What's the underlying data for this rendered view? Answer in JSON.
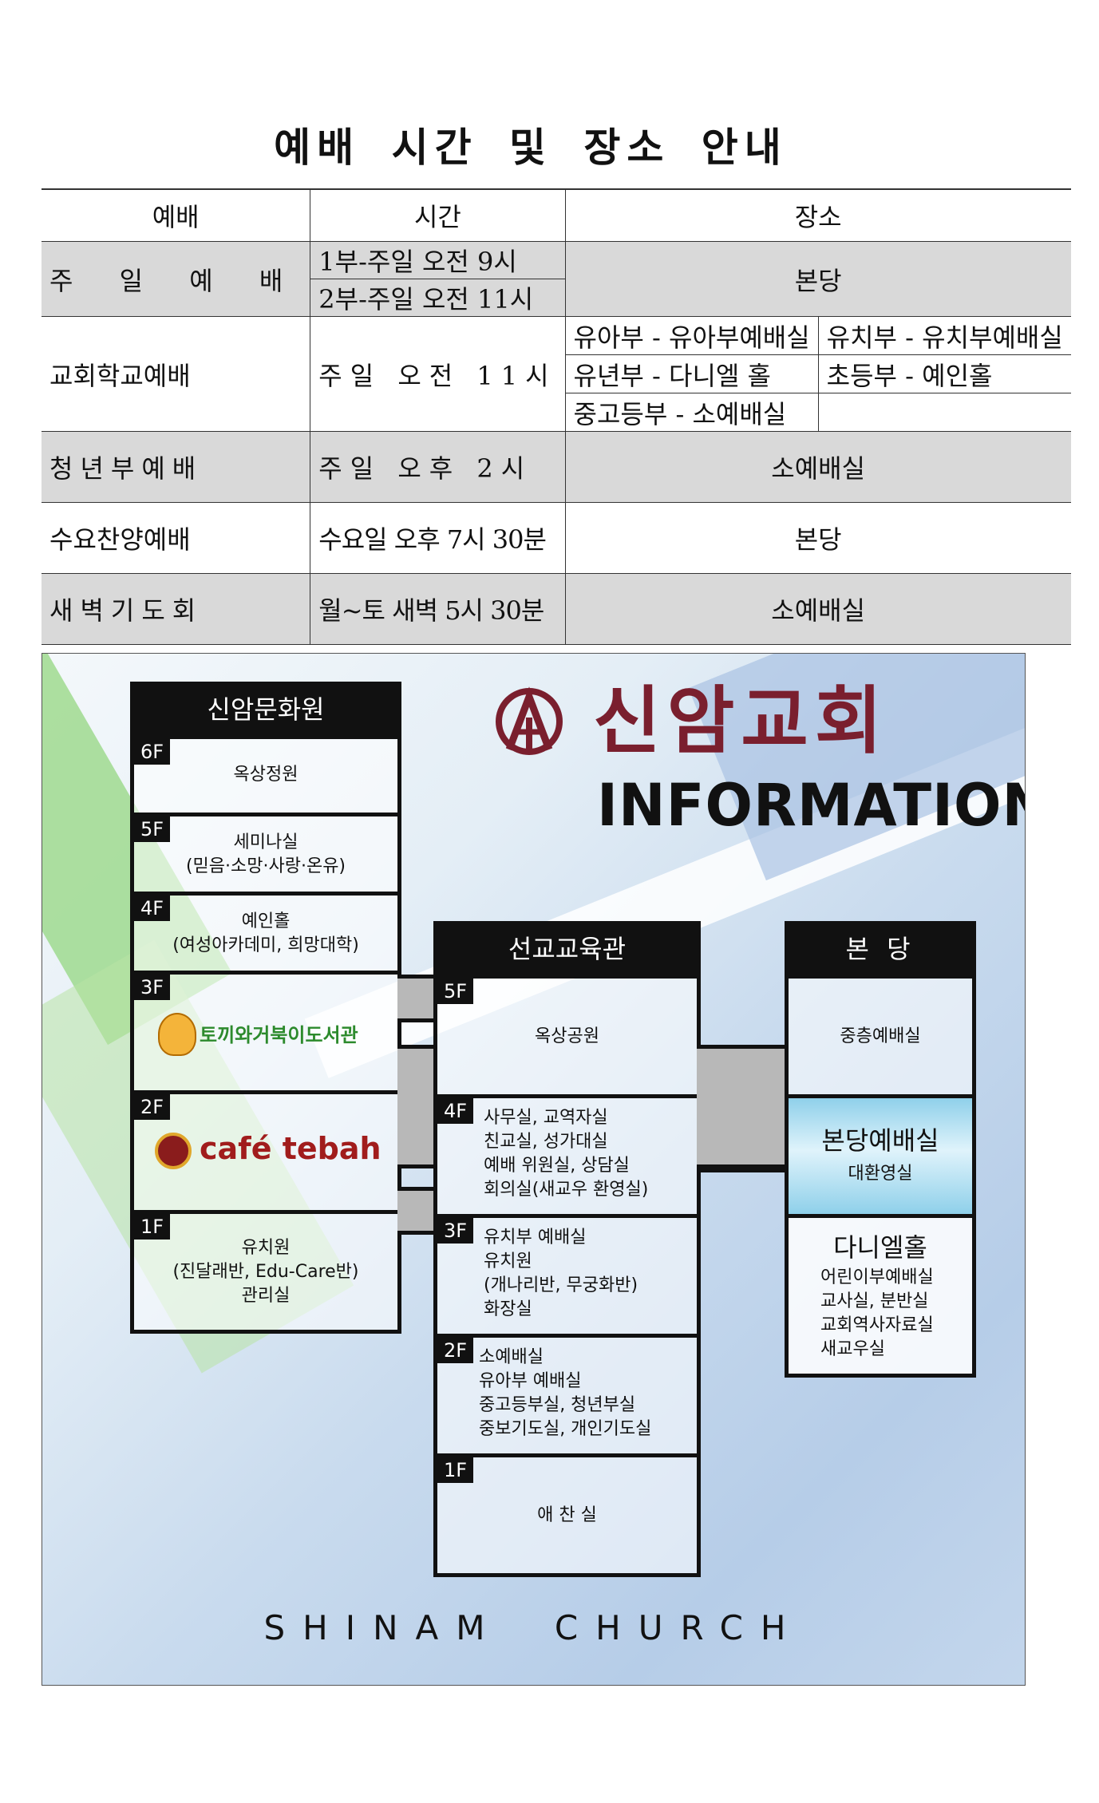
{
  "title": "예배 시간 및 장소 안내",
  "schedule": {
    "headers": {
      "service": "예배",
      "time": "시간",
      "place": "장소"
    },
    "sunday": {
      "label": "주 일 예 배",
      "time1": "1부-주일 오전 9시",
      "time2": "2부-주일 오전 11시",
      "place": "본당"
    },
    "school": {
      "label": "교회학교예배",
      "time": "주일 오전 11시",
      "places": [
        "유아부 - 유아부예배실",
        "유치부 - 유치부예배실",
        "유년부 - 다니엘 홀",
        "초등부 - 예인홀",
        "중고등부 - 소예배실",
        ""
      ]
    },
    "youth": {
      "label": "청년부예배",
      "time": "주일 오후 2시",
      "place": "소예배실"
    },
    "wednesday": {
      "label": "수요찬양예배",
      "time": "수요일 오후 7시 30분",
      "place": "본당"
    },
    "dawn": {
      "label": "새벽기도회",
      "time": "월~토 새벽 5시 30분",
      "place": "소예배실"
    }
  },
  "info": {
    "logo_name": "신암교회",
    "logo_sub": "INFORMATION",
    "footer": "SHINAM CHURCH",
    "colors": {
      "logo": "#7a1f2e",
      "frame": "#111111",
      "accent_green": "#8fd07a"
    },
    "culture": {
      "title": "신암문화원",
      "floors": [
        {
          "floor": "6F",
          "lines": [
            "옥상정원"
          ]
        },
        {
          "floor": "5F",
          "lines": [
            "세미나실",
            "(믿음·소망·사랑·온유)"
          ]
        },
        {
          "floor": "4F",
          "lines": [
            "예인홀",
            "(여성아카데미, 희망대학)"
          ]
        },
        {
          "floor": "3F",
          "lines": [
            "토끼와거북이도서관"
          ]
        },
        {
          "floor": "2F",
          "lines": [
            "café tebah"
          ]
        },
        {
          "floor": "1F",
          "lines": [
            "유치원",
            "(진달래반, Edu-Care반)",
            "관리실"
          ]
        }
      ]
    },
    "mission": {
      "title": "선교교육관",
      "floors": [
        {
          "floor": "5F",
          "lines": [
            "옥상공원"
          ]
        },
        {
          "floor": "4F",
          "lines": [
            "사무실, 교역자실",
            "친교실, 성가대실",
            "예배 위원실, 상담실",
            "회의실(새교우 환영실)"
          ]
        },
        {
          "floor": "3F",
          "lines": [
            "유치부 예배실",
            "유치원",
            "(개나리반, 무궁화반)",
            "화장실"
          ]
        },
        {
          "floor": "2F",
          "lines": [
            "소예배실",
            "유아부 예배실",
            "중고등부실, 청년부실",
            "중보기도실, 개인기도실"
          ]
        },
        {
          "floor": "1F",
          "lines": [
            "애 찬 실"
          ]
        }
      ]
    },
    "main": {
      "title": "본 당",
      "floors": [
        {
          "lines": [
            "중층예배실"
          ]
        },
        {
          "name": "본당예배실",
          "lines": [
            "대환영실"
          ]
        },
        {
          "name": "다니엘홀",
          "lines": [
            "어린이부예배실",
            "교사실, 분반실",
            "교회역사자료실",
            "새교우실"
          ]
        }
      ]
    }
  }
}
